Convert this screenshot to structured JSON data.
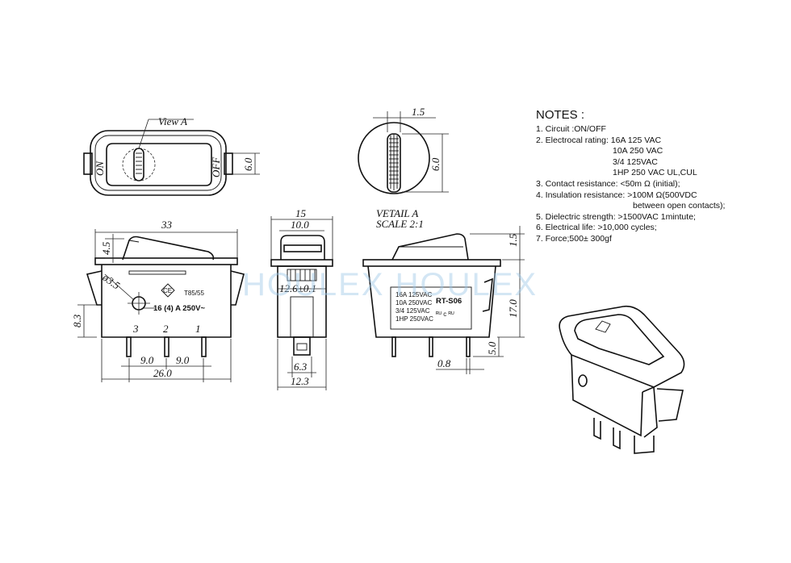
{
  "labels": {
    "view_a": "View A",
    "on": "ON",
    "off": "OFF",
    "vetail": "VETAIL A",
    "scale": "SCALE 2:1",
    "watermark": "HOULEX HOULEX",
    "pin1": "1",
    "pin2": "2",
    "pin3": "3",
    "t85": "T85/55",
    "rating_front": "16 (4) A  250V~",
    "model": "RT-S06",
    "ul": "ᴿᵁ c ᴿᵁ"
  },
  "side_ratings": [
    "16A 125VAC",
    "10A 250VAC",
    "3/4 125VAC",
    "1HP 250VAC"
  ],
  "dimensions": {
    "d_6_0_top": "6.0",
    "d_1_5_top": "1.5",
    "d_6_0_detail": "6.0",
    "d_33": "33",
    "d_4_5": "4.5",
    "d_dia35": "ø3.5",
    "d_8_3": "8.3",
    "d_9_0a": "9.0",
    "d_9_0b": "9.0",
    "d_26_0": "26.0",
    "d_15": "15",
    "d_10_0": "10.0",
    "d_12_6": "12.6±0.1",
    "d_6_3": "6.3",
    "d_12_3": "12.3",
    "d_1_5_side": "1.5",
    "d_17_0": "17.0",
    "d_5_0": "5.0",
    "d_0_8": "0.8"
  },
  "notes": {
    "title": "NOTES :",
    "l1": "1. Circuit :ON/OFF",
    "l2": "2. Electrocal rating: 16A 125 VAC",
    "l2b": "10A 250 VAC",
    "l2c": "3/4 125VAC",
    "l2d": "1HP 250 VAC  UL,CUL",
    "l3": "3. Contact resistance: <50m Ω  (initial);",
    "l4": "4. Insulation resistance: >100M Ω(500VDC",
    "l4b": "between open contacts);",
    "l5": "5. Dielectric strength: >1500VAC 1mintute;",
    "l6": "6. Electrical life: >10,000 cycles;",
    "l7": "7. Force;500± 300gf"
  }
}
